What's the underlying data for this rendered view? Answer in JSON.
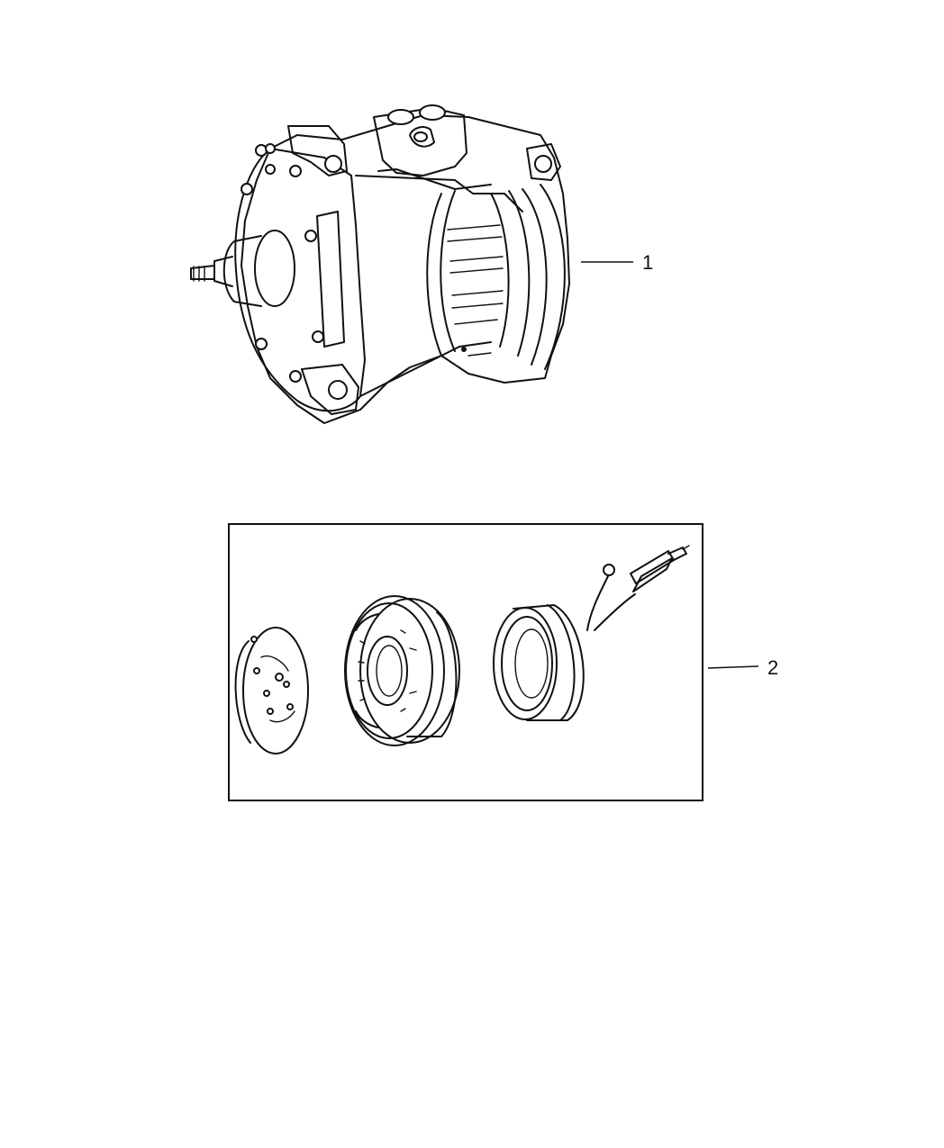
{
  "callouts": [
    {
      "number": "1"
    },
    {
      "number": "2"
    }
  ],
  "parts": [
    {
      "callout": "1",
      "icon": "ac-compressor-icon"
    },
    {
      "callout": "2",
      "icon": "compressor-clutch-kit-icon"
    }
  ]
}
